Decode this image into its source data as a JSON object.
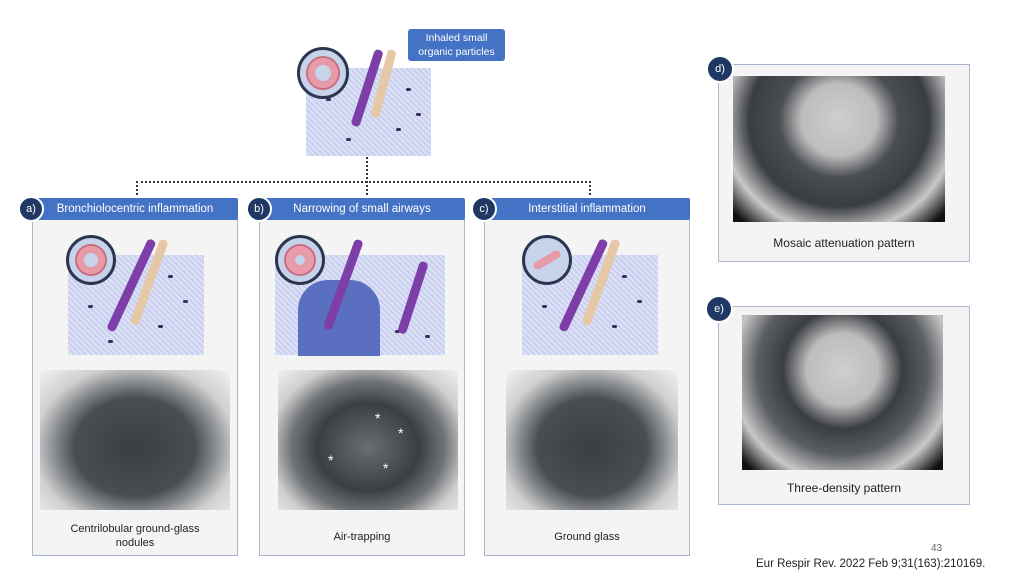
{
  "top": {
    "label_line1": "Inhaled small",
    "label_line2": "organic particles"
  },
  "panels": [
    {
      "badge": "a)",
      "title": "Bronchiolocentric inflammation",
      "caption_line1": "Centrilobular ground-glass",
      "caption_line2": "nodules"
    },
    {
      "badge": "b)",
      "title": "Narrowing of small airways",
      "caption_line1": "Air-trapping",
      "ct_markers": [
        "*",
        "*",
        "*",
        "*"
      ]
    },
    {
      "badge": "c)",
      "title": "Interstitial inflammation",
      "caption_line1": "Ground glass"
    }
  ],
  "right_panels": [
    {
      "badge": "d)",
      "caption": "Mosaic attenuation pattern"
    },
    {
      "badge": "e)",
      "caption": "Three-density pattern"
    }
  ],
  "footer": {
    "page_number": "43",
    "citation": "Eur Respir Rev. 2022 Feb 9;31(163):210169."
  },
  "colors": {
    "header_blue": "#4472c4",
    "badge_navy": "#1f3864"
  }
}
